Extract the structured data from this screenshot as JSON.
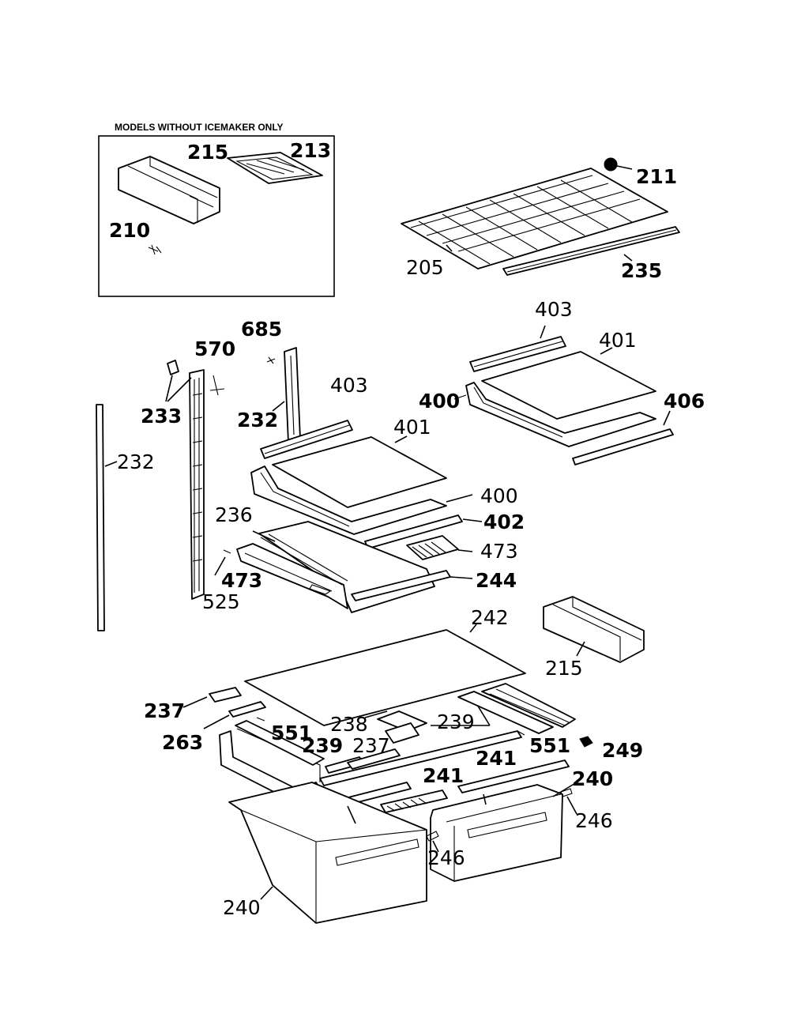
{
  "inset": {
    "title": "MODELS WITHOUT ICEMAKER ONLY"
  },
  "labels": {
    "p215a": "215",
    "p213": "213",
    "p210": "210",
    "p211": "211",
    "p205": "205",
    "p235": "235",
    "p403a": "403",
    "p401a": "401",
    "p400a": "400",
    "p406": "406",
    "p685": "685",
    "p570": "570",
    "p233": "233",
    "p232a": "232",
    "p232b": "232",
    "p403b": "403",
    "p401b": "401",
    "p400b": "400",
    "p402": "402",
    "p236": "236",
    "p473a": "473",
    "p473b": "473",
    "p244": "244",
    "p525": "525",
    "p242": "242",
    "p215b": "215",
    "p237a": "237",
    "p263": "263",
    "p551a": "551",
    "p238": "238",
    "p239a": "239",
    "p239b": "239",
    "p237b": "237",
    "p551b": "551",
    "p249": "249",
    "p241a": "241",
    "p241b": "241",
    "p240a": "240",
    "p246a": "246",
    "p246b": "246",
    "p240b": "240"
  }
}
